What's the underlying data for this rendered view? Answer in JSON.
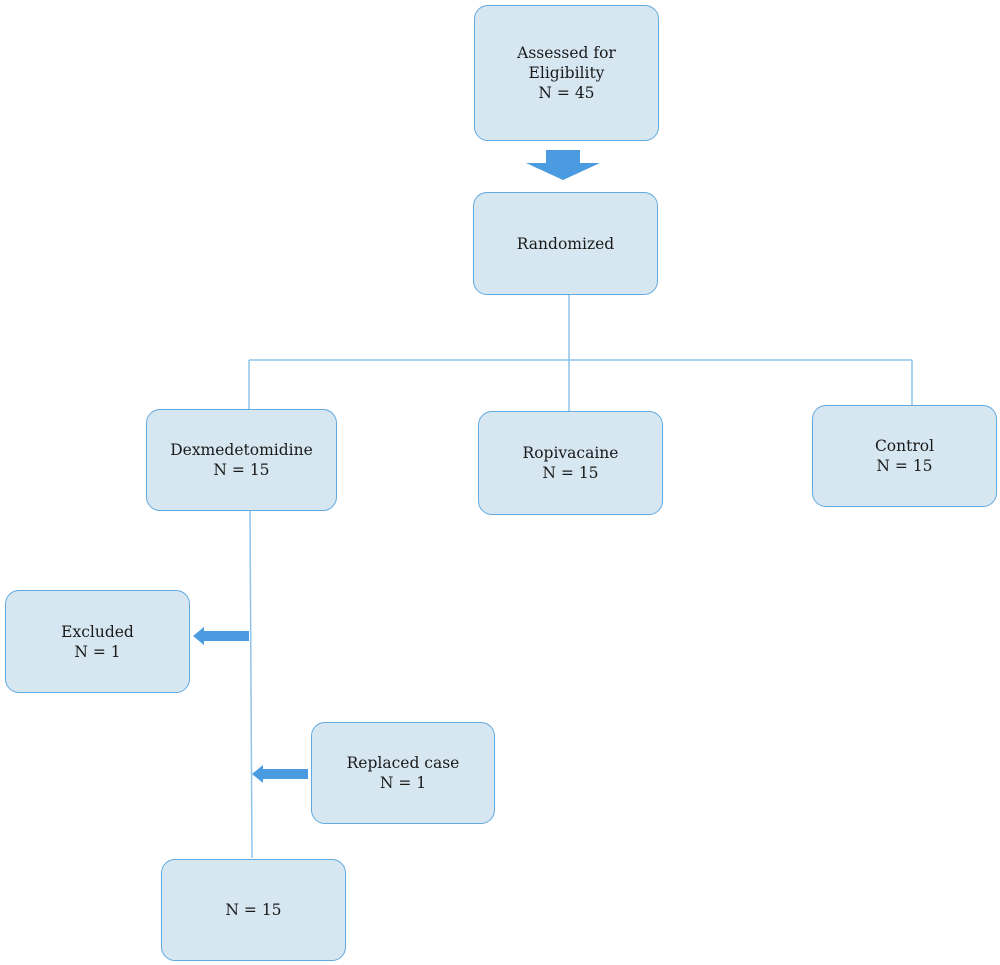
{
  "nodes": {
    "assessed": {
      "lines": [
        "Assessed for",
        "Eligibility",
        "N = 45"
      ]
    },
    "randomized": {
      "lines": [
        "Randomized"
      ]
    },
    "dexmedetomidine": {
      "lines": [
        "Dexmedetomidine",
        "N = 15"
      ]
    },
    "ropivacaine": {
      "lines": [
        "Ropivacaine",
        "N = 15"
      ]
    },
    "control": {
      "lines": [
        "Control",
        "N = 15"
      ]
    },
    "excluded": {
      "lines": [
        "Excluded",
        "N = 1"
      ]
    },
    "replaced": {
      "lines": [
        "Replaced case",
        "N = 1"
      ]
    },
    "final": {
      "lines": [
        "N = 15"
      ]
    }
  },
  "colors": {
    "box_fill": "#d6e7f1",
    "box_border": "#62a9df",
    "arrow": "#4a9be0",
    "connector": "#8fc3e8"
  }
}
